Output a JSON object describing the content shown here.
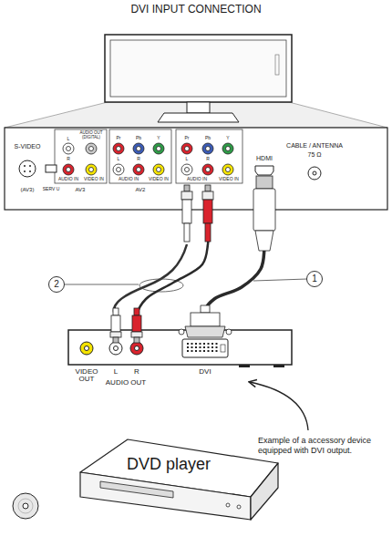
{
  "diagram": {
    "title": "DVI INPUT CONNECTION",
    "nodes": [
      {
        "text": [
          "S-VIDEO",
          "(AV3)",
          "SERV U",
          "L",
          "AUDIO OUT (DIGITAL)",
          "R",
          "AUDIO IN",
          "VIDEO IN",
          "AV3",
          "Pr",
          "Pb",
          "Y",
          "L",
          "R",
          "AUDIO IN",
          "VIDEO IN",
          "AV2",
          "Pr",
          "Pb",
          "Y",
          "L",
          "R",
          "AUDIO IN",
          "VIDEO IN",
          "HDMI",
          "CABLE / ANTENNA",
          "75 Ω"
        ]
      },
      {
        "text": [
          "VIDEO OUT",
          "L",
          "R",
          "AUDIO OUT",
          "DVI"
        ]
      }
    ],
    "edges": [
      {
        "from": 0,
        "to": 1,
        "arrow": "none",
        "label": "1"
      },
      {
        "from": 0,
        "to": 1,
        "arrow": "none",
        "label": "2"
      }
    ],
    "labels": [
      "Example of a accessory device equipped with DVI output.",
      "DVD player"
    ]
  }
}
